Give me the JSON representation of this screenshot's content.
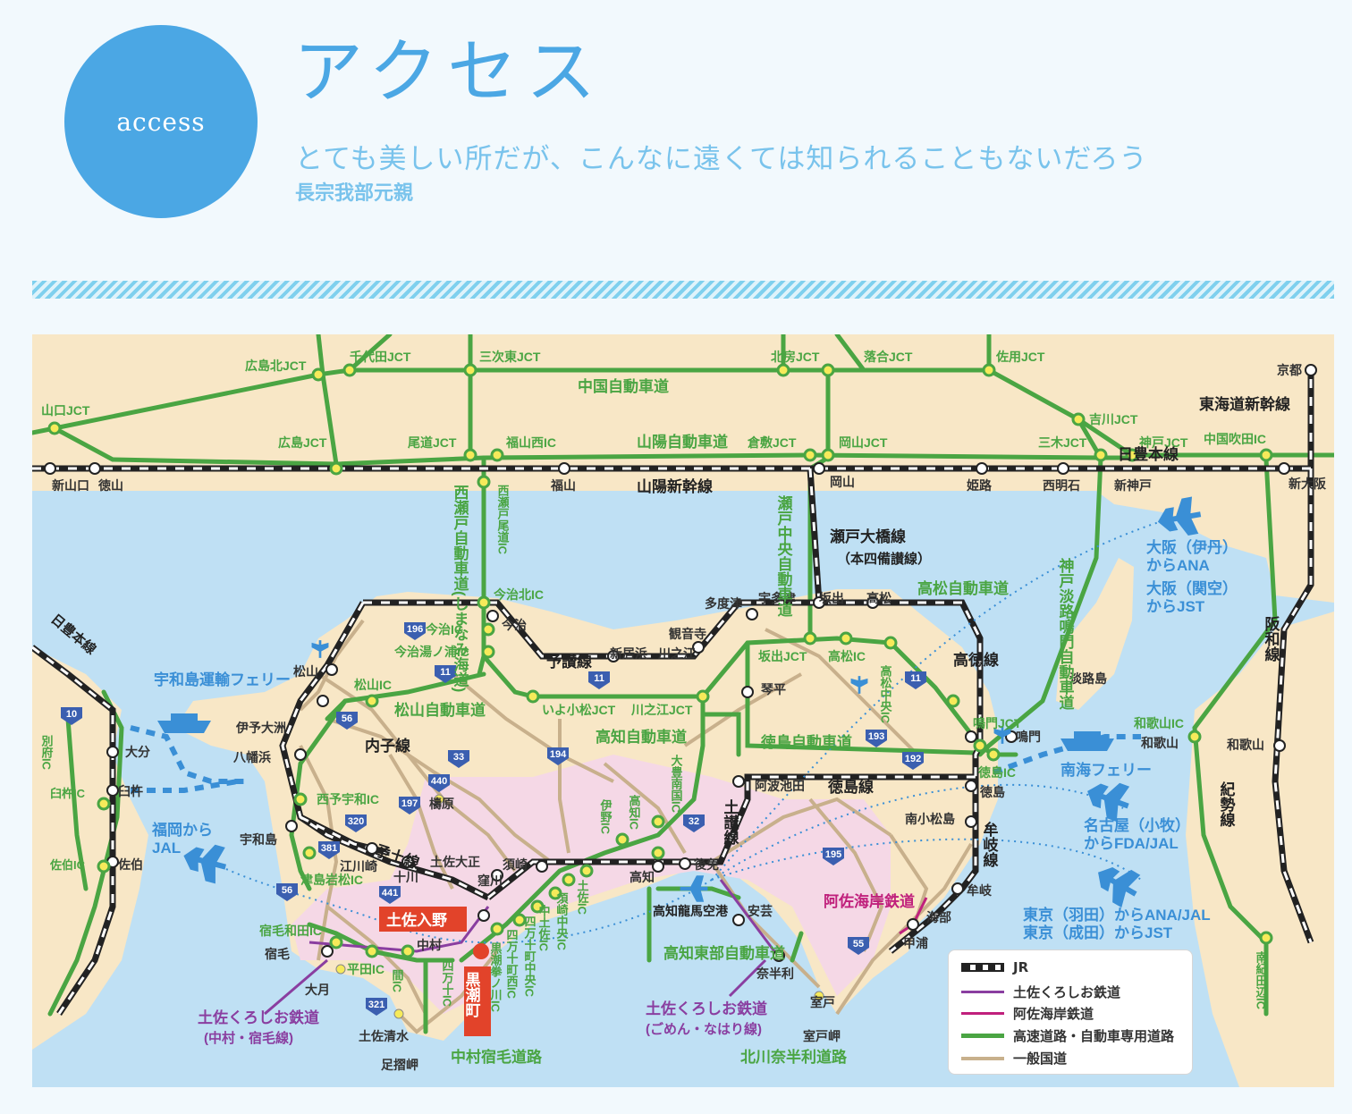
{
  "header": {
    "circle_label": "access",
    "title": "アクセス",
    "quote": "とても美しい所だが、こんなに遠くては知られることもないだろう",
    "quote_author": "長宗我部元親"
  },
  "colors": {
    "accent": "#4ba7e4",
    "land": "#f8e7c6",
    "sea": "#bfe0f4",
    "pink": "#f5d8e6",
    "expressway": "#4aa543",
    "road": "#c8b08c",
    "jr": "#222222",
    "tosa_kuroshio": "#8a3ea0",
    "asa_kaigan": "#c0207c"
  },
  "map": {
    "expressways": [
      "中国自動車道",
      "山陽自動車道",
      "松山自動車道",
      "高知自動車道",
      "徳島自動車道",
      "高松自動車道",
      "西瀬戸自動車道(しまなみ海道)",
      "瀬戸中央自動車道",
      "神戸淡路鳴門自動車道",
      "高知東部自動車道",
      "中村宿毛道路",
      "北川奈半利道路"
    ],
    "rail_lines": [
      "山陽新幹線",
      "東海道新幹線",
      "瀬戸大橋線",
      "（本四備讃線）",
      "予讃線",
      "内子線",
      "予土線",
      "土讃線",
      "徳島線",
      "高徳線",
      "牟岐線",
      "日豊本線",
      "阪和線",
      "紀勢線"
    ],
    "private_lines": [
      "土佐くろしお鉄道",
      "(中村・宿毛線)",
      "(ごめん・なはり線)",
      "阿佐海岸鉄道"
    ],
    "highlight_stations": [
      "土佐入野",
      "黒潮町"
    ],
    "ferries": [
      "宇和島運輸フェリー",
      "南海フェリー"
    ],
    "flights": [
      {
        "line1": "大阪（伊丹）",
        "line2": "からANA"
      },
      {
        "line1": "大阪（関空）",
        "line2": "からJST"
      },
      {
        "line1": "名古屋（小牧）",
        "line2": "からFDA/JAL"
      },
      {
        "line1": "東京（羽田）からANA/JAL",
        "line2": "東京（成田）からJST"
      },
      {
        "line1": "福岡から",
        "line2": "JAL"
      }
    ],
    "airport": "高知龍馬空港",
    "jcts": [
      "山口JCT",
      "広島北JCT",
      "千代田JCT",
      "三次東JCT",
      "北房JCT",
      "落合JCT",
      "佐用JCT",
      "広島JCT",
      "尾道JCT",
      "福山西IC",
      "倉敷JCT",
      "岡山JCT",
      "三木JCT",
      "神戸JCT",
      "中国吹田IC",
      "吉川JCT",
      "今治北IC",
      "今治IC",
      "今治湯ノ浦IC",
      "松山IC",
      "いよ小松JCT",
      "川之江JCT",
      "坂出JCT",
      "高松IC",
      "鳴門JCT",
      "徳島IC",
      "西予宇和IC",
      "津島岩松IC",
      "宿毛和田IC",
      "平田IC",
      "和歌山IC"
    ],
    "vertical_ics": [
      "西瀬戸尾道IC",
      "高松中央IC",
      "大豊南国IC",
      "伊野IC",
      "高知IC",
      "土佐IC",
      "須崎中央IC",
      "中土佐IC",
      "四万十町中央IC",
      "四万十町西IC",
      "黒潮拳ノ川IC",
      "四万十IC",
      "間IC",
      "別府IC",
      "臼杵IC",
      "佐伯IC",
      "南紀田辺IC"
    ],
    "stations": [
      "京都",
      "新山口",
      "徳山",
      "福山",
      "岡山",
      "姫路",
      "西明石",
      "新神戸",
      "新大阪",
      "今治",
      "多度津",
      "宇多津",
      "坂出",
      "高松",
      "観音寺",
      "新居浜",
      "川之江",
      "松山",
      "伊予大洲",
      "八幡浜",
      "宇和島",
      "江川崎",
      "十川",
      "土佐大正",
      "窪川",
      "須崎",
      "高知",
      "後免",
      "阿波池田",
      "琴平",
      "鳴門",
      "徳島",
      "南小松島",
      "牟岐",
      "海部",
      "甲浦",
      "安芸",
      "奈半利",
      "中村",
      "宿毛",
      "大分",
      "臼杵",
      "佐伯",
      "和歌山",
      "和歌山"
    ],
    "places": [
      "淡路島",
      "檮原",
      "大月",
      "土佐清水",
      "足摺岬",
      "室戸",
      "室戸岬"
    ],
    "route_numbers": [
      "196",
      "11",
      "11",
      "194",
      "33",
      "56",
      "440",
      "197",
      "320",
      "381",
      "441",
      "56",
      "321",
      "32",
      "193",
      "192",
      "195",
      "55",
      "10",
      "11"
    ]
  },
  "legend": {
    "items": [
      {
        "label": "JR"
      },
      {
        "label": "土佐くろしお鉄道"
      },
      {
        "label": "阿佐海岸鉄道"
      },
      {
        "label": "高速道路・自動車専用道路"
      },
      {
        "label": "一般国道"
      }
    ]
  }
}
